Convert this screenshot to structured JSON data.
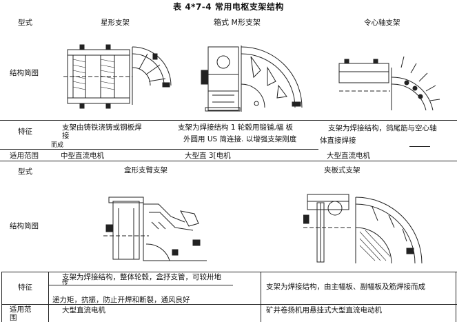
{
  "table_title": "表 4*7-4 常用电枢支架结构",
  "top": {
    "type_label": "型式",
    "structure_label": "结构简图",
    "feature_label": "特征",
    "application_label": "适用范围",
    "columns": [
      {
        "name": "星形支架",
        "feature_lines": [
          "支架由铸铁浇铸或钢板焊",
          "接"
        ],
        "feature_overflow": "而成",
        "application": "中型直流电机"
      },
      {
        "name": "箱式 M形支架",
        "feature_lines": [
          "支架为焊接结构 1 轮毂用锻铺,幅 板",
          "外圆用 US 简连接. 以增强支架刚度"
        ],
        "application": "大型直 3[电机"
      },
      {
        "name": "令心轴支架",
        "feature_lines": [
          "支架为焊接结构，鸽尾筋与空心轴",
          "体直接焊接"
        ],
        "application": "大型直流电机"
      }
    ]
  },
  "bottom": {
    "type_label": "型式",
    "structure_label": "结构简图",
    "feature_label": "特征",
    "application_label": "适用范",
    "application_label_cont": "围",
    "columns": [
      {
        "name": "盒形支臂支架",
        "feature_lines": [
          "支架为焊接结构，整体轮毂，盒抒支管，可较卅地",
          "递力矩，抗振，防止开焊和断裂，通风良好"
        ],
        "feature_overflow": "传",
        "application": "大型直流电机"
      },
      {
        "name": "夹板式支架",
        "feature_lines": [
          "支架为焊接结构，由主幅板、副幅板及筋焊接而成"
        ],
        "application": "矿井卷扬机用悬挂式大型直流电动机"
      }
    ]
  }
}
